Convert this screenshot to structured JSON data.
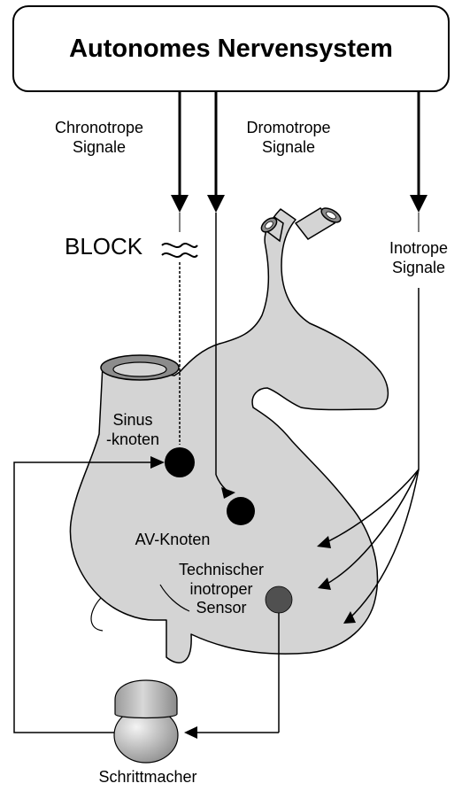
{
  "title": "Autonomes Nervensystem",
  "labels": {
    "chronotrope": [
      "Chronotrope",
      "Signale"
    ],
    "dromotrope": [
      "Dromotrope",
      "Signale"
    ],
    "inotrope": [
      "Inotrope",
      "Signale"
    ],
    "block": "BLOCK",
    "sinus": [
      "Sinus",
      "-knoten"
    ],
    "av": "AV-Knoten",
    "sensor": [
      "Technischer",
      "inotroper",
      "Sensor"
    ],
    "pacemaker": "Schrittmacher"
  },
  "colors": {
    "tissue": "#d4d4d4",
    "node": "#000000",
    "sensor": "#505050",
    "line": "#000000"
  }
}
